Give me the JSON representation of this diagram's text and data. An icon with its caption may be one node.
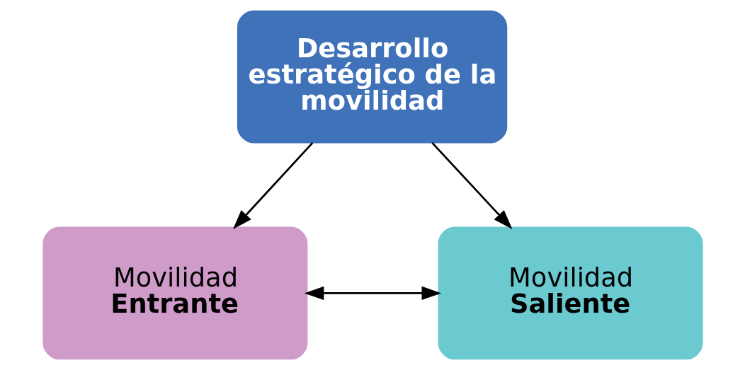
{
  "diagram": {
    "nodes": [
      {
        "text": [
          "Desarrollo estratégico de la movilidad"
        ]
      },
      {
        "text": [
          "Movilidad",
          "Entrante"
        ]
      },
      {
        "text": [
          "Movilidad",
          "Saliente"
        ]
      }
    ],
    "edges": [
      {
        "from": 0,
        "to": 1,
        "arrow": "to"
      },
      {
        "from": 0,
        "to": 2,
        "arrow": "to"
      },
      {
        "from": 1,
        "to": 2,
        "arrow": "both"
      }
    ]
  }
}
